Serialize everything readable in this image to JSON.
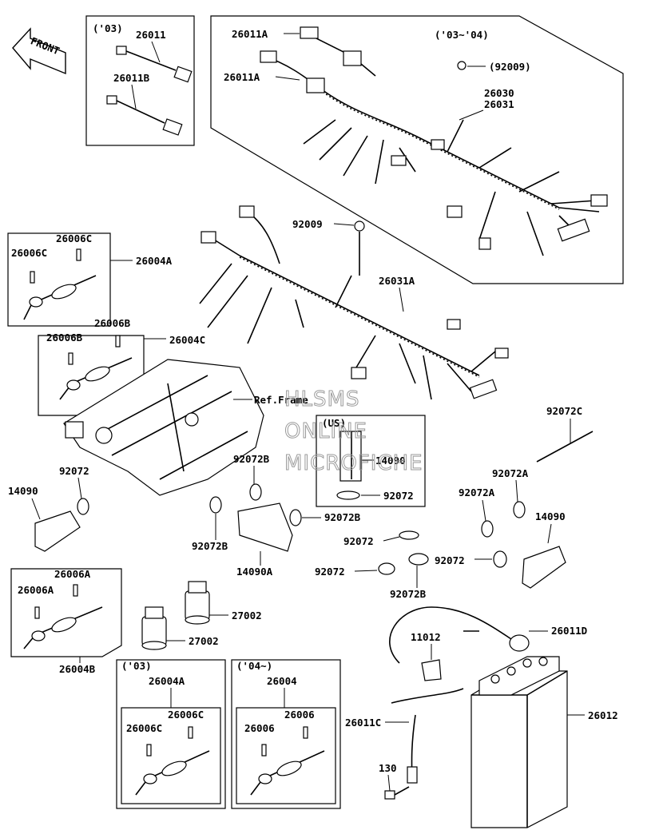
{
  "front_label": "FRONT",
  "group_labels": {
    "y03_a": "('03)",
    "y03_04": "('03~'04)",
    "us": "(US)",
    "y03_b": "('03)",
    "y04": "('04~)"
  },
  "part_labels": {
    "p26011": "26011",
    "p26011B": "26011B",
    "p26011A_1": "26011A",
    "p26011A_2": "26011A",
    "p92009_paren": "(92009)",
    "p26030": "26030",
    "p26031": "26031",
    "p92009": "92009",
    "p26006C_r": "26006C",
    "p26006C_l": "26006C",
    "p26004A": "26004A",
    "p26031A": "26031A",
    "p26006B_r": "26006B",
    "p26006B_l": "26006B",
    "p26004C": "26004C",
    "ref_frame": "Ref.Frame",
    "p92072C": "92072C",
    "p14090_us": "14090",
    "p92072_us": "92072",
    "p92072B_top": "92072B",
    "p92072_l": "92072",
    "p14090_l": "14090",
    "p92072A_r": "92072A",
    "p92072A_l": "92072A",
    "p14090_r": "14090",
    "p92072B_r": "92072B",
    "p92072B_l": "92072B",
    "p14090A": "14090A",
    "p92072_m1": "92072",
    "p92072_m2": "92072",
    "p92072_m3": "92072",
    "p92072B_b": "92072B",
    "p26006A_r": "26006A",
    "p26006A_l": "26006A",
    "p26004B": "26004B",
    "p27002_r": "27002",
    "p27002_l": "27002",
    "p26011D": "26011D",
    "p11012": "11012",
    "p26004A_b": "26004A",
    "p26006C_b2": "26006C",
    "p26006C_b1": "26006C",
    "p26004": "26004",
    "p26006_r": "26006",
    "p26006_l": "26006",
    "p26012": "26012",
    "p26011C": "26011C",
    "p130": "130"
  },
  "watermark": [
    "HLSMS",
    "ONLINE",
    "MICROFICHE"
  ]
}
